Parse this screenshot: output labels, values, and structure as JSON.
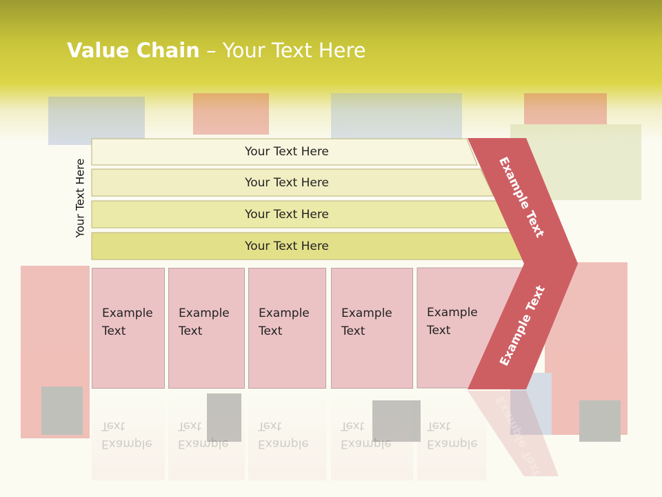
{
  "title": {
    "bold": "Value Chain",
    "rest": " – Your Text Here"
  },
  "vertical_label": "Your Text Here",
  "bars": [
    {
      "label": "Your Text Here",
      "color": "#f8f6de"
    },
    {
      "label": "Your Text Here",
      "color": "#f1eec3"
    },
    {
      "label": "Your Text Here",
      "color": "#eceaa8"
    },
    {
      "label": "Your Text Here",
      "color": "#e3e08a"
    }
  ],
  "boxes": [
    {
      "line1": "Example",
      "line2": "Text"
    },
    {
      "line1": "Example",
      "line2": "Text"
    },
    {
      "line1": "Example",
      "line2": "Text"
    },
    {
      "line1": "Example",
      "line2": "Text"
    },
    {
      "line1": "Example",
      "line2": "Text"
    }
  ],
  "chevron": {
    "top_label": "Example Text",
    "bottom_label": "Example Text",
    "color": "#cd5f63"
  }
}
